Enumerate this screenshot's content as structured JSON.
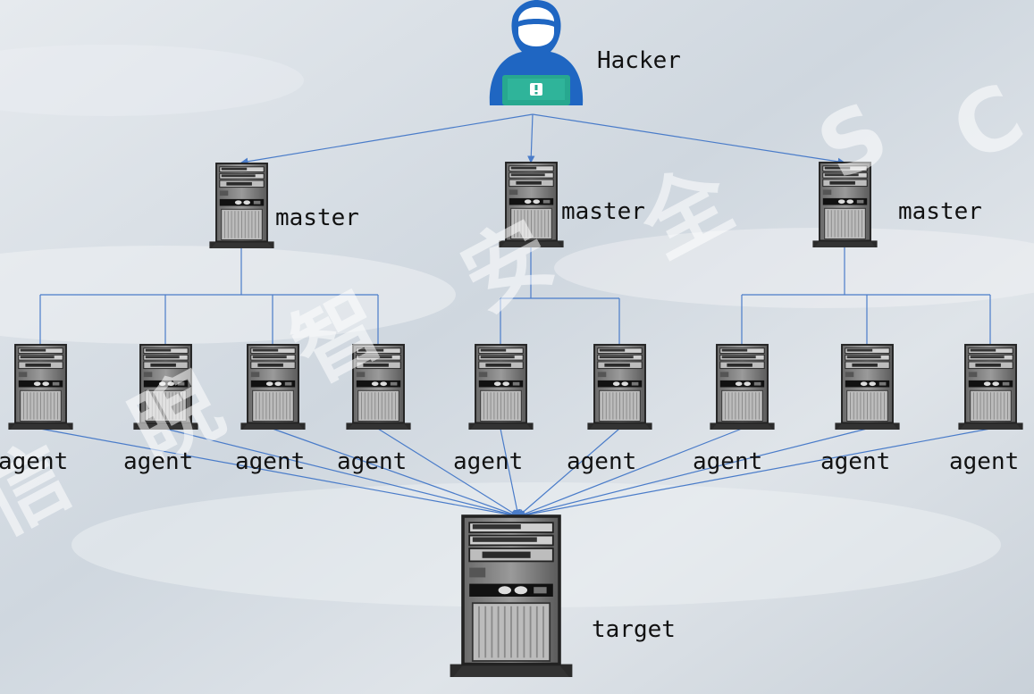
{
  "hacker": {
    "label": "Hacker"
  },
  "masters": [
    {
      "label": "master"
    },
    {
      "label": "master"
    },
    {
      "label": "master"
    }
  ],
  "agents": [
    {
      "label": "agent"
    },
    {
      "label": "agent"
    },
    {
      "label": "agent"
    },
    {
      "label": "agent"
    },
    {
      "label": "agent"
    },
    {
      "label": "agent"
    },
    {
      "label": "agent"
    },
    {
      "label": "agent"
    },
    {
      "label": "agent"
    }
  ],
  "target": {
    "label": "target"
  },
  "watermark": [
    "信",
    "睨",
    "智",
    "安",
    "全",
    "S",
    "C"
  ],
  "colors": {
    "connector": "#4a7cc9",
    "hacker": "#1f66c2",
    "hacker_screen": "#27a88f"
  }
}
